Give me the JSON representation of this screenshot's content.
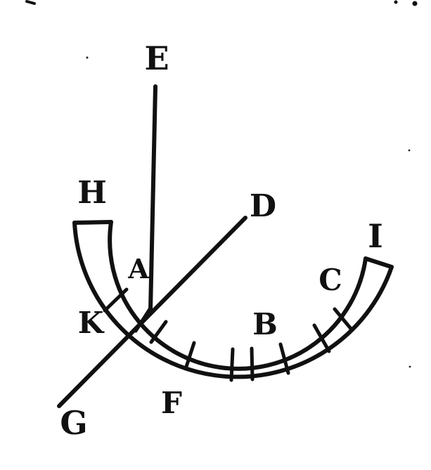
{
  "diagram": {
    "labels": {
      "E": "E",
      "H": "H",
      "D": "D",
      "I": "I",
      "A": "A",
      "C": "C",
      "K": "K",
      "B": "B",
      "F": "F",
      "G": "G"
    },
    "colors": {
      "ink": "#111111",
      "paper": "#ffffff"
    }
  }
}
